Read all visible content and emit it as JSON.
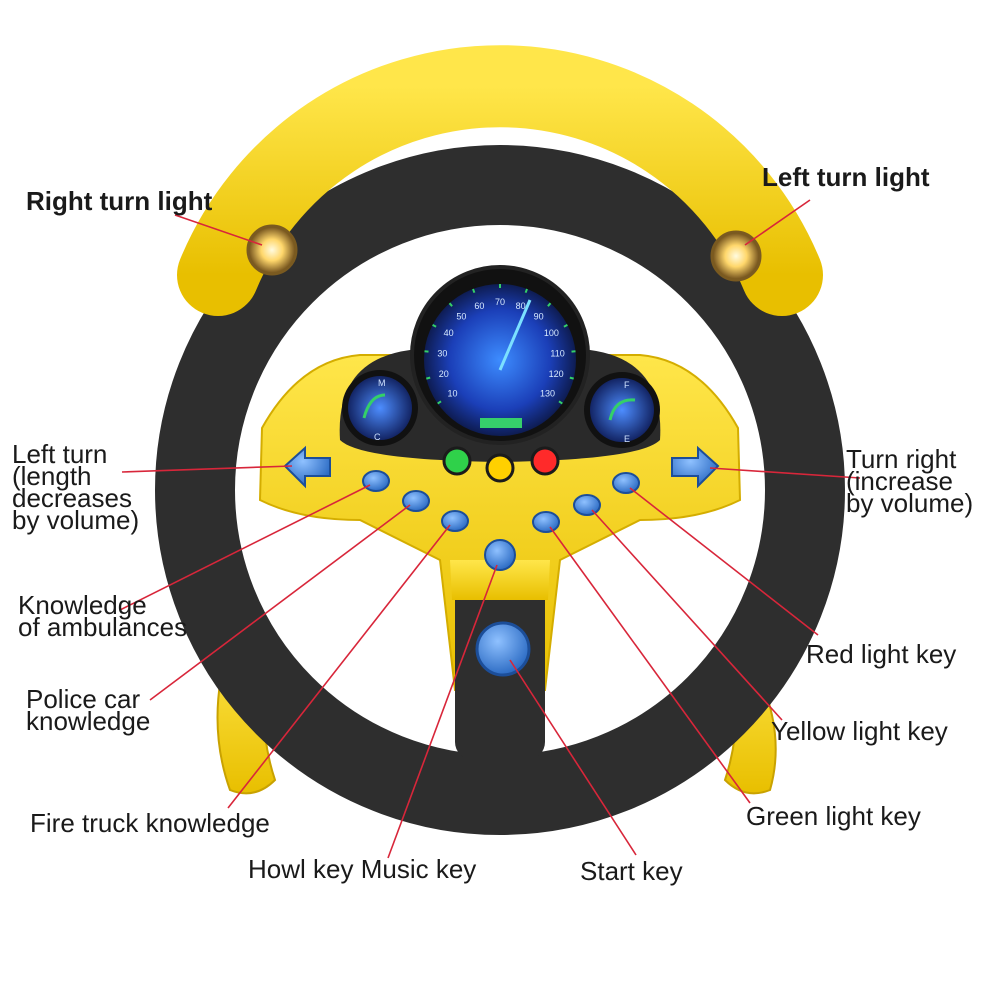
{
  "colors": {
    "wheel_yellow": "#f5d312",
    "wheel_black": "#2e2e2e",
    "button_blue": "#3f84d8",
    "pointer_red": "#d8263a",
    "gauge_blue": "#1f4fd0"
  },
  "gauge": {
    "ticks": [
      "10",
      "20",
      "30",
      "40",
      "50",
      "60",
      "70",
      "80",
      "90",
      "100",
      "110",
      "120",
      "130"
    ],
    "small_left": [
      "M",
      "C"
    ],
    "small_right": [
      "F",
      "E"
    ]
  },
  "labels": {
    "right_turn_light": "Right turn light",
    "left_turn_light": "Left turn light",
    "left_turn": "Left turn\n(length\ndecreases\nby volume)",
    "turn_right": "Turn right\n(increase\nby volume)",
    "knowledge_ambulances": "Knowledge\nof ambulances",
    "police_car": "Police car\nknowledge",
    "fire_truck": "Fire truck knowledge",
    "howl_music": "Howl key Music key",
    "start_key": "Start key",
    "green_light": "Green light key",
    "yellow_light": "Yellow light key",
    "red_light": "Red light key"
  }
}
